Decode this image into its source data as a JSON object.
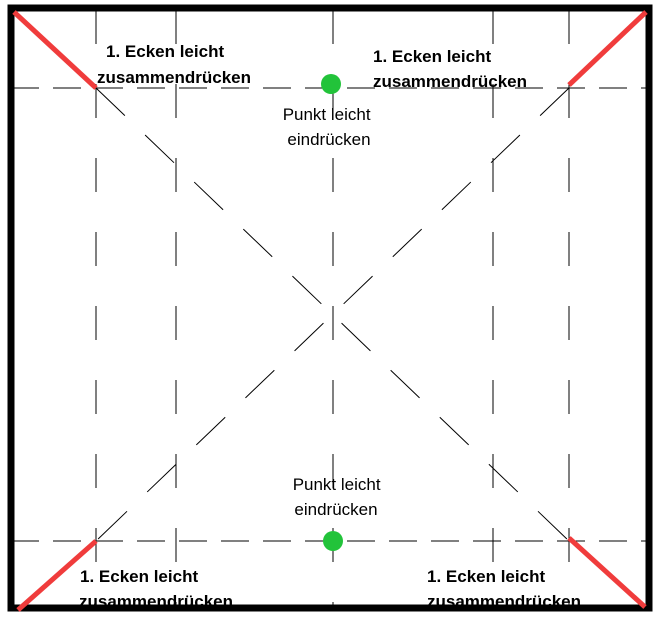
{
  "corner_labels": {
    "top_left": {
      "line1": "1. Ecken leicht",
      "line2": "zusammendrücken"
    },
    "top_right": {
      "line1": "1. Ecken leicht",
      "line2": "zusammendrücken"
    },
    "bottom_left": {
      "line1": "1. Ecken leicht",
      "line2": "zusammendrücken"
    },
    "bottom_right": {
      "line1": "1. Ecken leicht",
      "line2": "zusammendrücken"
    }
  },
  "point_labels": {
    "top": {
      "line1": "Punkt leicht",
      "line2": "eindrücken"
    },
    "bottom": {
      "line1": "Punkt leicht",
      "line2": "eindrücken"
    }
  },
  "colors": {
    "border": "#000000",
    "corner_marks": "#f03c3c",
    "press_points": "#22c33a",
    "fold_lines": "#000000"
  }
}
